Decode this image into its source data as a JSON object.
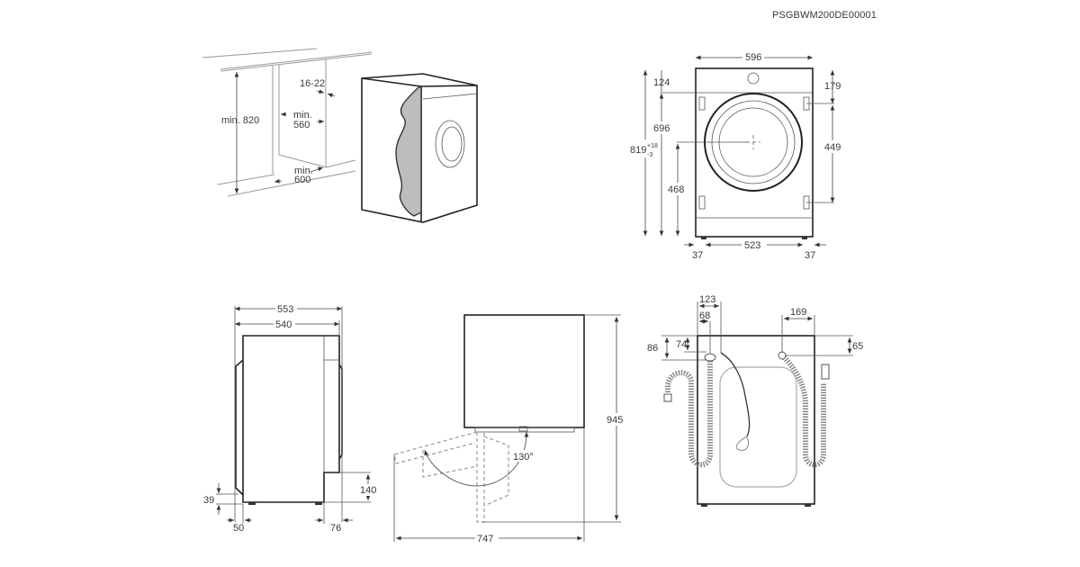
{
  "document_code": "PSGBWM200DE00001",
  "views": {
    "installation": {
      "labels": {
        "min_height": "min. 820",
        "gap": "16-22",
        "min_width_l1": "min.",
        "min_width_l2": "560",
        "min_depth_l1": "min.",
        "min_depth_l2": "600"
      }
    },
    "front": {
      "labels": {
        "width": "596",
        "top_offset": "124",
        "height_main": "696",
        "height_total": "819",
        "height_total_tol_plus": "+18",
        "height_total_tol_minus": "-3",
        "door_center": "468",
        "hinge_top": "179",
        "hinge_spacing": "449",
        "foot_left": "37",
        "foot_spacing": "523",
        "foot_right": "37"
      }
    },
    "side": {
      "labels": {
        "depth_total": "553",
        "depth_body": "540",
        "foot_height": "39",
        "front_offset": "50",
        "recess_height": "140",
        "rear_offset": "76"
      }
    },
    "top": {
      "labels": {
        "door_angle": "130°",
        "depth_open": "945",
        "width_open": "747"
      }
    },
    "rear": {
      "labels": {
        "drain_x": "123",
        "inlet_left_x": "68",
        "drain_y": "86",
        "inlet_left_y": "74",
        "inlet_right_x": "169",
        "inlet_right_y": "65"
      }
    }
  }
}
